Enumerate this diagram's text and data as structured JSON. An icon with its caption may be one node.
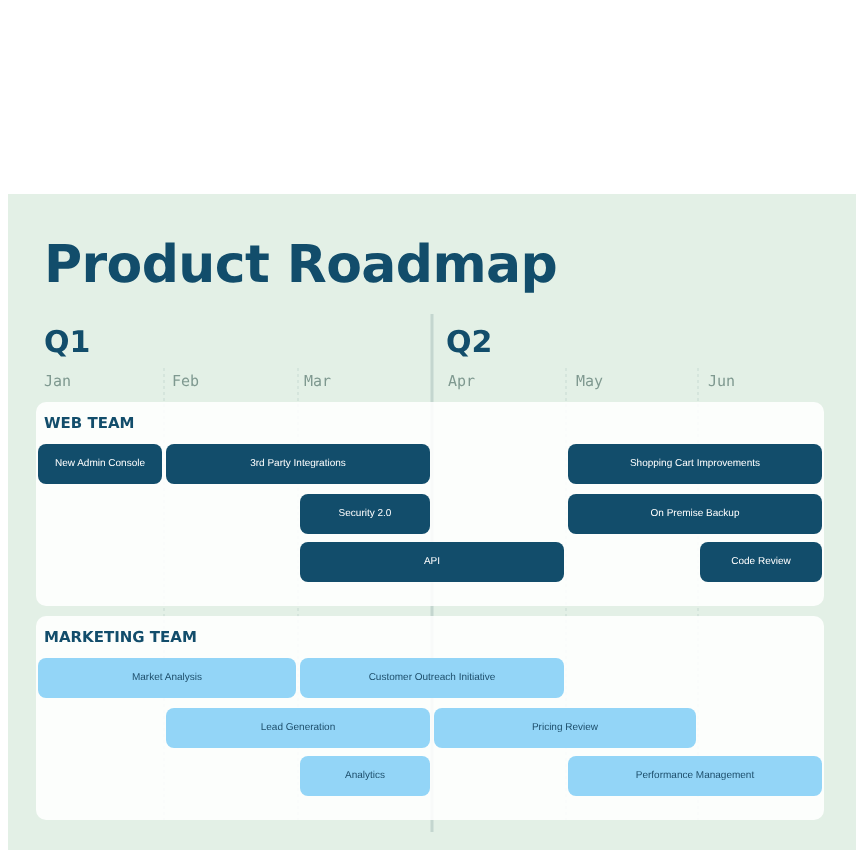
{
  "diagram": {
    "title": "Product Roadmap",
    "nodes": [
      {
        "text": [
          "WEB TEAM"
        ]
      },
      {
        "text": [
          "New Admin Console"
        ],
        "in": 0
      },
      {
        "text": [
          "3rd Party Integrations"
        ],
        "in": 0
      },
      {
        "text": [
          "Shopping Cart Improvements"
        ],
        "in": 0
      },
      {
        "text": [
          "Security 2.0"
        ],
        "in": 0
      },
      {
        "text": [
          "On Premise Backup"
        ],
        "in": 0
      },
      {
        "text": [
          "API"
        ],
        "in": 0
      },
      {
        "text": [
          "Code Review"
        ],
        "in": 0
      },
      {
        "text": [
          "MARKETING TEAM"
        ]
      },
      {
        "text": [
          "Market Analysis"
        ],
        "in": 8
      },
      {
        "text": [
          "Customer Outreach Initiative"
        ],
        "in": 8
      },
      {
        "text": [
          "Lead Generation"
        ],
        "in": 8
      },
      {
        "text": [
          "Pricing Review"
        ],
        "in": 8
      },
      {
        "text": [
          "Analytics"
        ],
        "in": 8
      },
      {
        "text": [
          "Performance Management"
        ],
        "in": 8
      }
    ],
    "labels": [
      "Q1",
      "Q2",
      "Jan",
      "Feb",
      "Mar",
      "Apr",
      "May",
      "Jun"
    ]
  }
}
